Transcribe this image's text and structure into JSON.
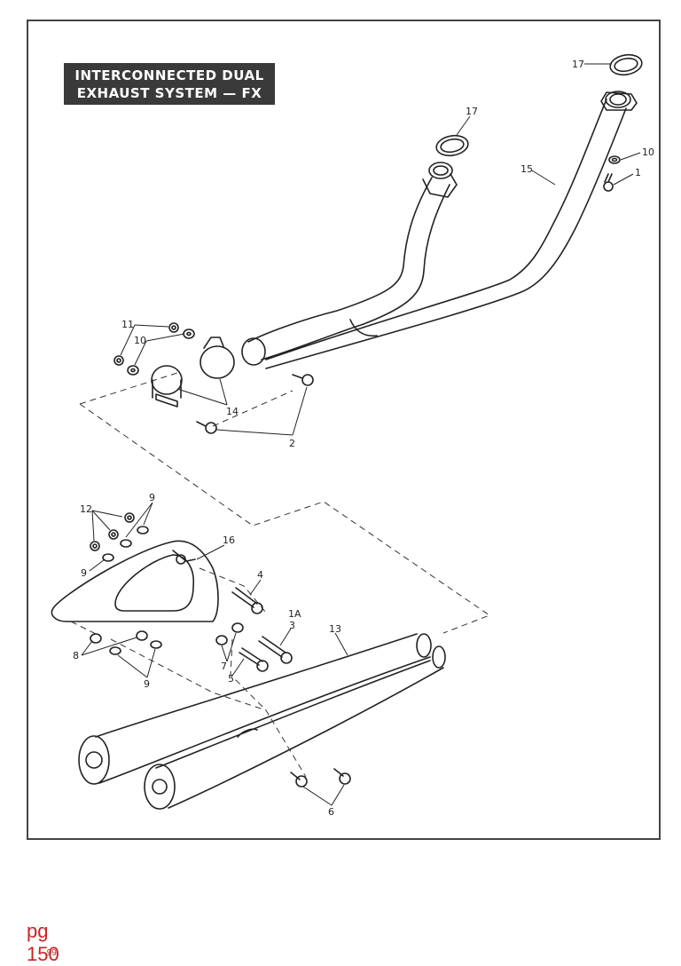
{
  "title": {
    "line1": "INTERCONNECTED DUAL",
    "line2": "EXHAUST SYSTEM — FX"
  },
  "callouts": {
    "c17a": "17",
    "c17b": "17",
    "c10a": "10",
    "c1": "1",
    "c15": "15",
    "c11": "11",
    "c10b": "10",
    "c14": "14",
    "c2": "2",
    "c12": "12",
    "c9a": "9",
    "c16": "16",
    "c9b": "9",
    "c4": "4",
    "c1a": "1A",
    "c3": "3",
    "c13": "13",
    "c8": "8",
    "c9c": "9",
    "c7": "7",
    "c5": "5",
    "c6": "6"
  },
  "page": {
    "label": "pg 150",
    "overprint": "99"
  }
}
